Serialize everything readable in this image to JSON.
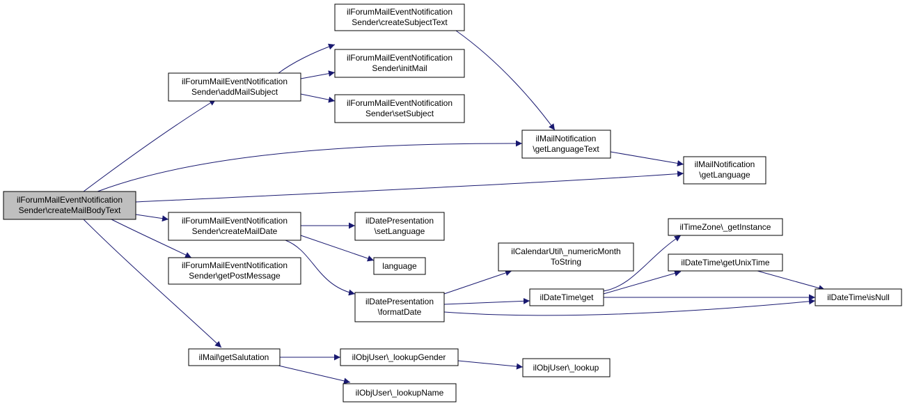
{
  "colors": {
    "edge": "#191970",
    "root_fill": "#bfbfbf",
    "node_fill": "#ffffff",
    "node_border": "#000000"
  },
  "nodes": {
    "createMailBodyText": [
      "ilForumMailEventNotification",
      "Sender\\createMailBodyText"
    ],
    "addMailSubject": [
      "ilForumMailEventNotification",
      "Sender\\addMailSubject"
    ],
    "createSubjectText": [
      "ilForumMailEventNotification",
      "Sender\\createSubjectText"
    ],
    "initMail": [
      "ilForumMailEventNotification",
      "Sender\\initMail"
    ],
    "setSubject": [
      "ilForumMailEventNotification",
      "Sender\\setSubject"
    ],
    "getLanguageText": [
      "ilMailNotification",
      "\\getLanguageText"
    ],
    "getLanguage": [
      "ilMailNotification",
      "\\getLanguage"
    ],
    "createMailDate": [
      "ilForumMailEventNotification",
      "Sender\\createMailDate"
    ],
    "setLanguage": [
      "ilDatePresentation",
      "\\setLanguage"
    ],
    "language": [
      "language"
    ],
    "getPostMessage": [
      "ilForumMailEventNotification",
      "Sender\\getPostMessage"
    ],
    "numericMonthToString": [
      "ilCalendarUtil\\_numericMonth",
      "ToString"
    ],
    "formatDate": [
      "ilDatePresentation",
      "\\formatDate"
    ],
    "dtGet": [
      "ilDateTime\\get"
    ],
    "getInstance": [
      "ilTimeZone\\_getInstance"
    ],
    "getUnixTime": [
      "ilDateTime\\getUnixTime"
    ],
    "isNull": [
      "ilDateTime\\isNull"
    ],
    "getSalutation": [
      "ilMail\\getSalutation"
    ],
    "lookupGender": [
      "ilObjUser\\_lookupGender"
    ],
    "lookup": [
      "ilObjUser\\_lookup"
    ],
    "lookupName": [
      "ilObjUser\\_lookupName"
    ]
  }
}
